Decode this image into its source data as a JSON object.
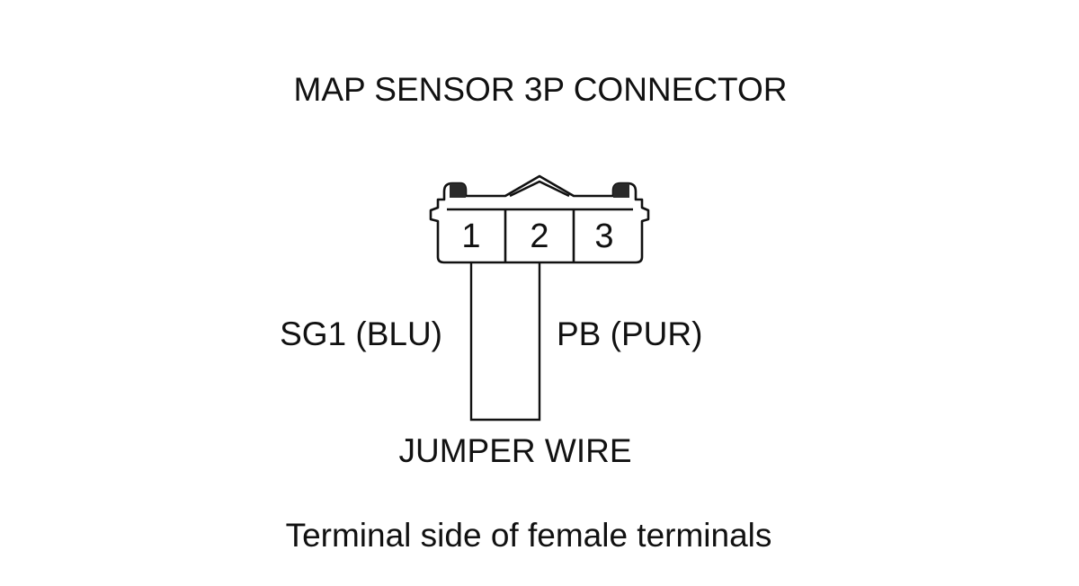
{
  "title": "MAP SENSOR 3P CONNECTOR",
  "connector": {
    "pins": [
      "1",
      "2",
      "3"
    ]
  },
  "wires": {
    "left_label": "SG1 (BLU)",
    "right_label": "PB (PUR)",
    "jumper_label": "JUMPER WIRE"
  },
  "caption": "Terminal side of female terminals",
  "colors": {
    "line": "#111111",
    "background": "#ffffff",
    "lock_fill": "#2a2a2a"
  }
}
